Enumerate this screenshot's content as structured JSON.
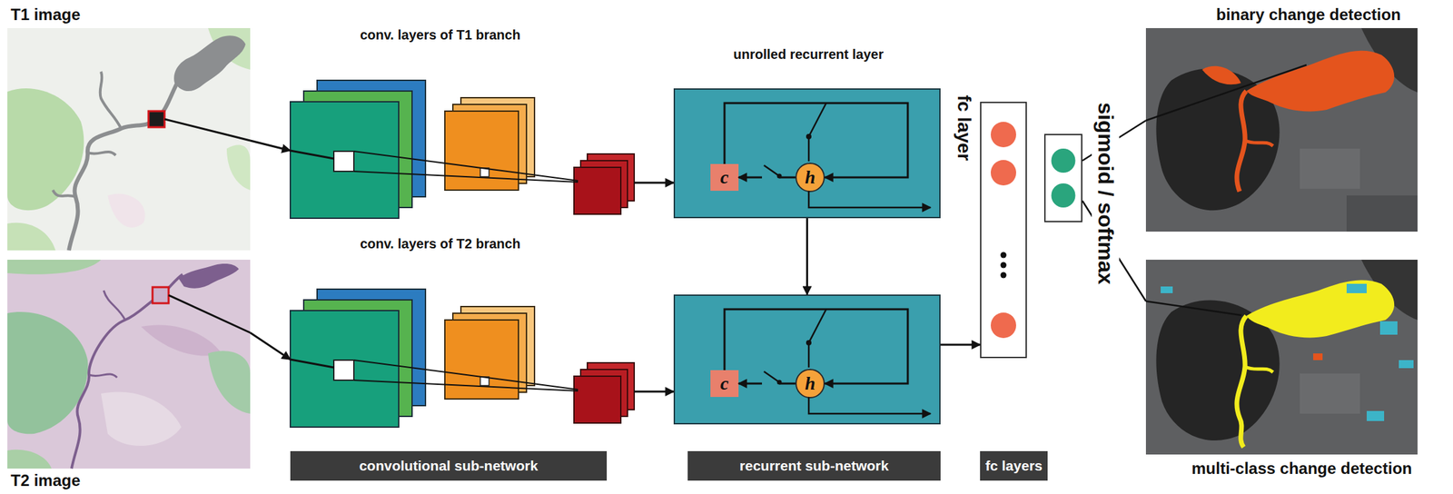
{
  "diagram": {
    "nodes": [
      {
        "text": [
          "T1 image"
        ]
      },
      {
        "text": [
          "conv. layers of T1 branch"
        ]
      },
      {
        "text": [
          "unrolled recurrent layer"
        ]
      },
      {
        "text": [
          "c"
        ],
        "in": 2
      },
      {
        "text": [
          "h"
        ],
        "in": 2
      },
      {
        "text": [
          "fc layer"
        ]
      },
      {
        "text": [
          "sigmoid / softmax"
        ]
      },
      {
        "text": [
          "binary change detection"
        ]
      },
      {
        "text": [
          "T2 image"
        ]
      },
      {
        "text": [
          "conv. layers of T2 branch"
        ]
      },
      {
        "text": []
      },
      {
        "text": [
          "c"
        ],
        "in": 10
      },
      {
        "text": [
          "h"
        ],
        "in": 10
      },
      {
        "text": [
          "multi-class change detection"
        ]
      },
      {
        "text": [
          "convolutional sub-network"
        ]
      },
      {
        "text": [
          "recurrent sub-network"
        ]
      },
      {
        "text": [
          "fc layers"
        ]
      }
    ],
    "edges": [
      {
        "from": 0,
        "to": 1,
        "arrow": "to"
      },
      {
        "from": 1,
        "to": 2,
        "arrow": "to"
      },
      {
        "from": 3,
        "to": 4,
        "arrow": "to"
      },
      {
        "from": 4,
        "to": 3,
        "arrow": "to"
      },
      {
        "from": 2,
        "to": 10,
        "arrow": "to"
      },
      {
        "from": 8,
        "to": 9,
        "arrow": "to"
      },
      {
        "from": 9,
        "to": 10,
        "arrow": "to"
      },
      {
        "from": 11,
        "to": 12,
        "arrow": "to"
      },
      {
        "from": 12,
        "to": 11,
        "arrow": "to"
      },
      {
        "from": 10,
        "to": 5,
        "arrow": "to"
      },
      {
        "from": 6,
        "to": 7,
        "arrow": "none"
      },
      {
        "from": 6,
        "to": 13,
        "arrow": "none"
      }
    ]
  }
}
